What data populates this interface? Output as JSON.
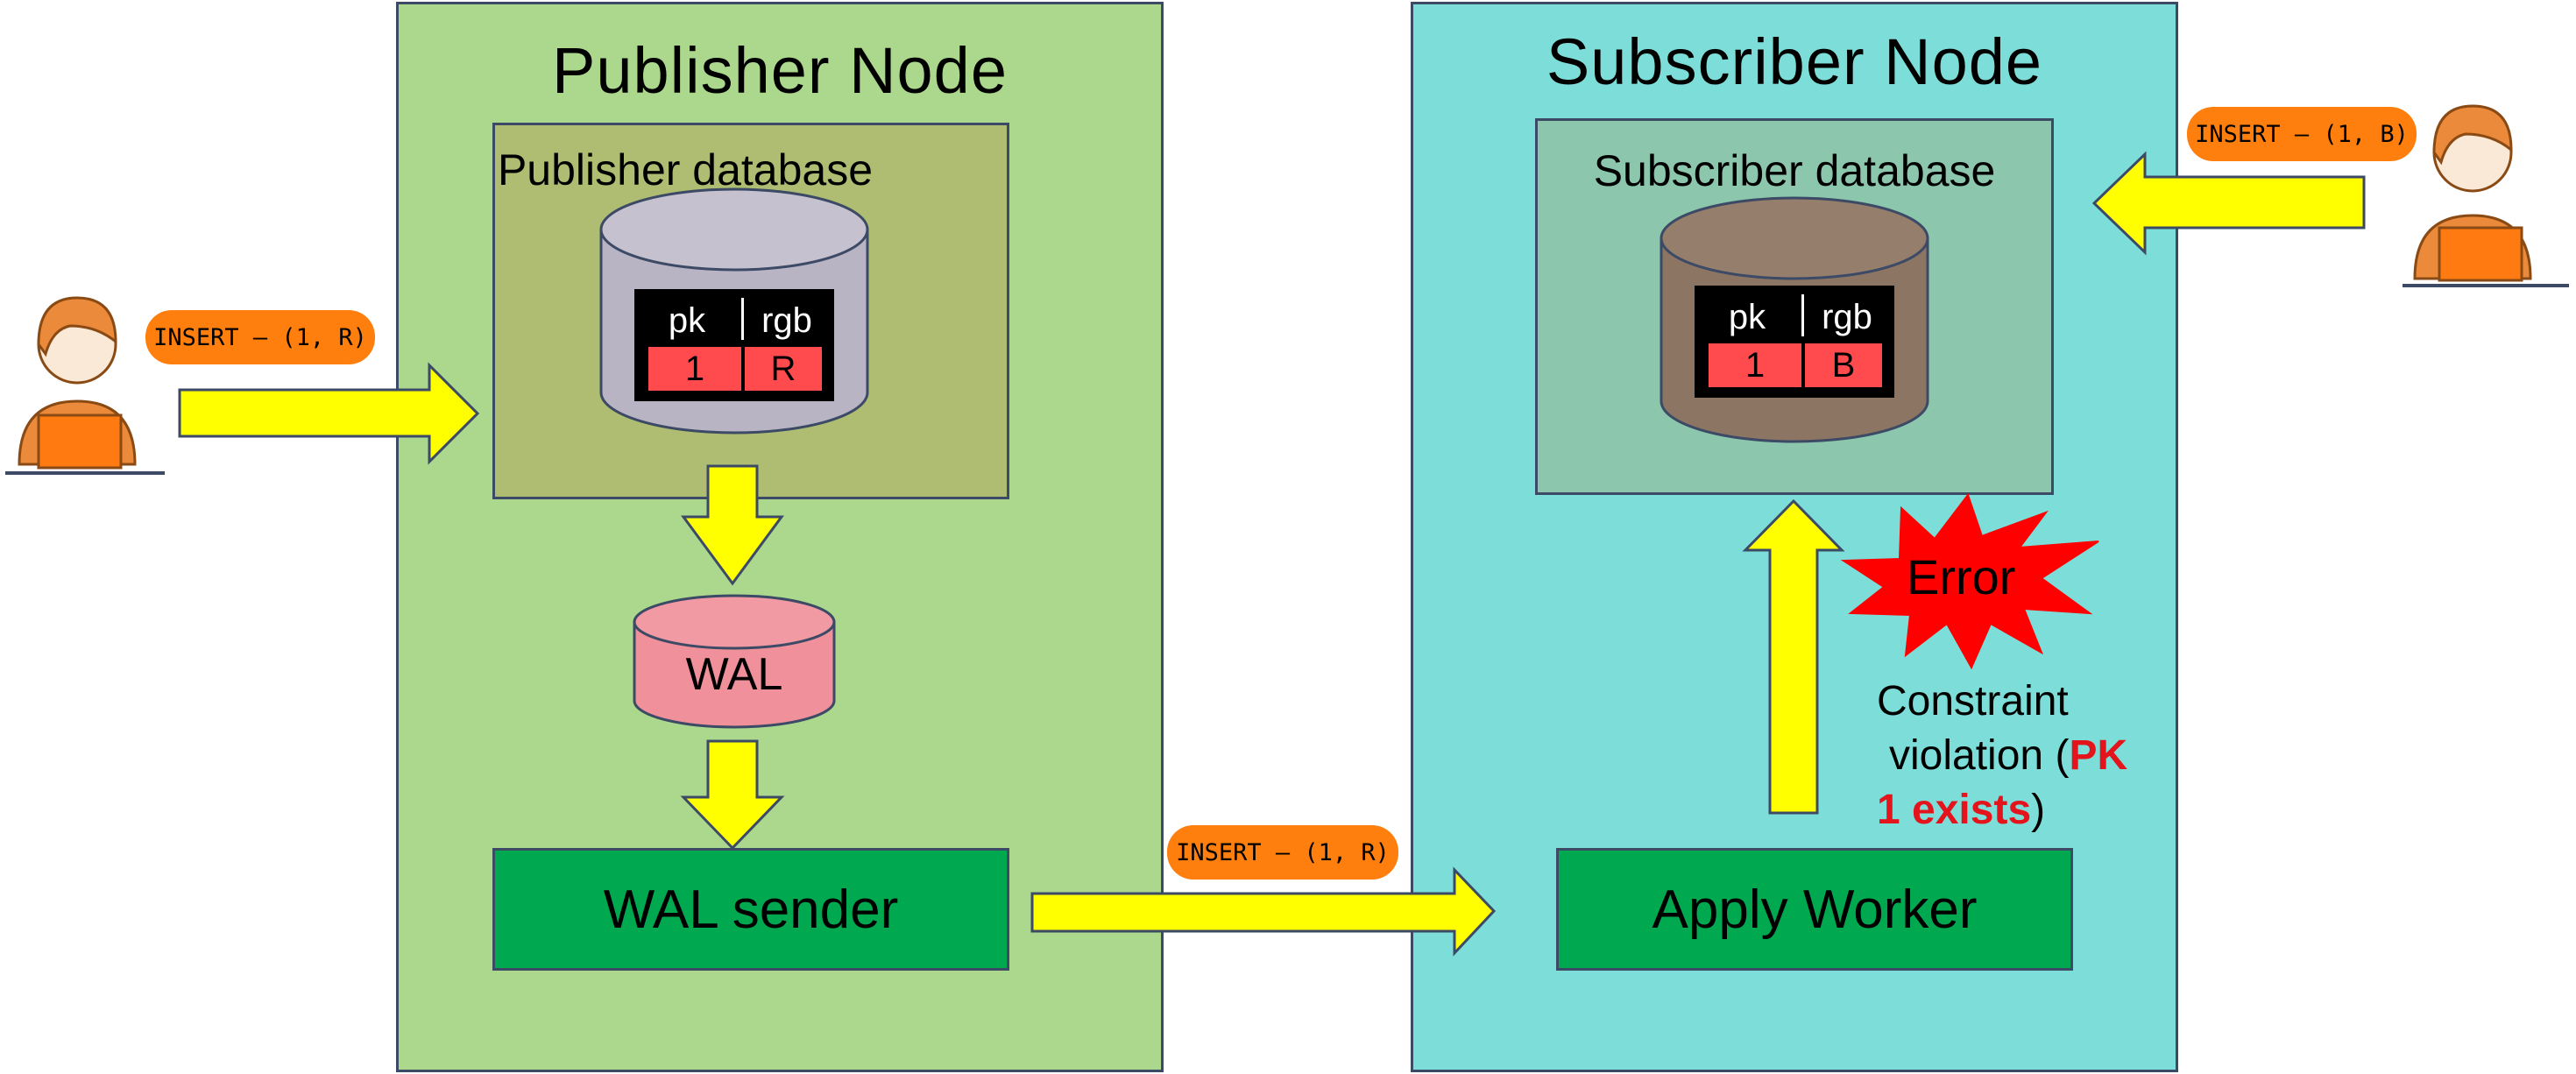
{
  "publisher": {
    "title": "Publisher Node",
    "db_title": "Publisher database",
    "table": {
      "header": [
        "pk",
        "rgb"
      ],
      "row": [
        "1",
        "R"
      ]
    },
    "wal_label": "WAL",
    "sender_label": "WAL sender"
  },
  "subscriber": {
    "title": "Subscriber Node",
    "db_title": "Subscriber database",
    "table": {
      "header": [
        "pk",
        "rgb"
      ],
      "row": [
        "1",
        "B"
      ]
    },
    "worker_label": "Apply Worker",
    "error_label": "Error",
    "note": {
      "line1": "Constraint",
      "line2_prefix": "violation (",
      "line2_red": "PK",
      "line3_red": "1 exists",
      "line3_suffix": ")"
    }
  },
  "pills": {
    "left_insert": "INSERT — (1, R)",
    "middle_insert": "INSERT — (1, R)",
    "right_insert": "INSERT — (1, B)"
  },
  "colors": {
    "publisher_node": "#acd88d",
    "publisher_db_box": "#afbd72",
    "subscriber_node": "#7dded9",
    "subscriber_db_box": "#8bc6ad",
    "arrow": "#ffff00",
    "process": "#00a84f",
    "pill": "#fe7f0e",
    "wal": "#f0909b",
    "error": "#ff0000",
    "pub_cylinder": "#b9b4c4",
    "sub_cylinder": "#8c7663"
  },
  "icons": [
    "person-laptop-icon",
    "person-laptop-icon",
    "database-cylinder-icon",
    "error-burst-icon"
  ]
}
